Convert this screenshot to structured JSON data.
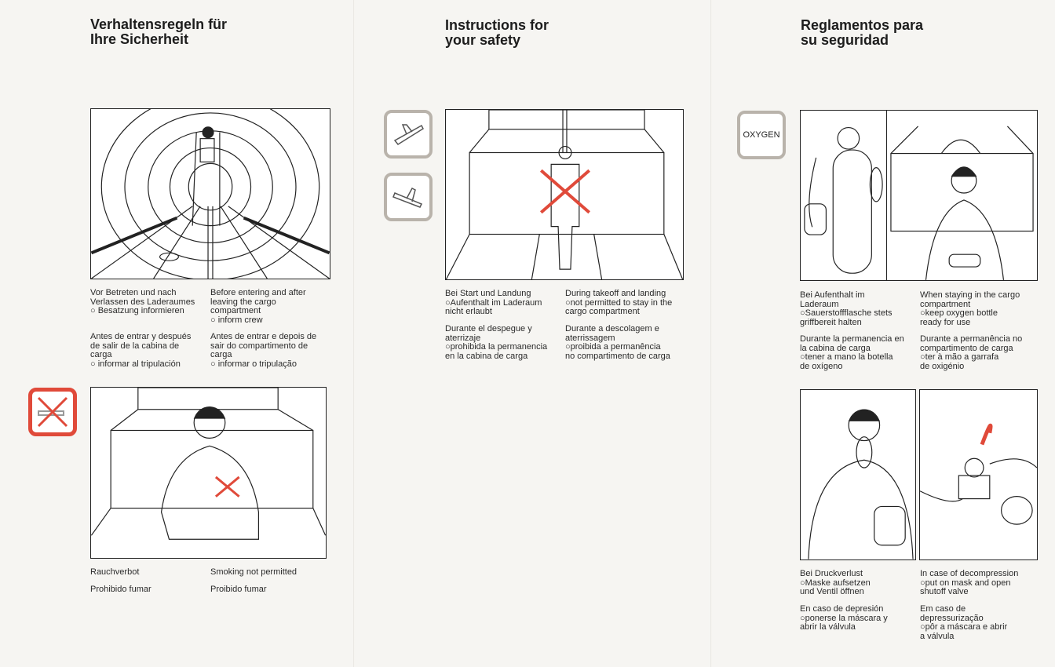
{
  "headings": {
    "de": "Verhaltensregeln für\nIhre Sicherheit",
    "en": "Instructions for\nyour safety",
    "es": "Reglamentos para\nsu seguridad"
  },
  "colors": {
    "accent_red": "#e04a3a",
    "icon_border_grey": "#b9b3ab"
  },
  "icons": {
    "no_smoking": "no-smoking-icon",
    "takeoff": "airplane-takeoff-icon",
    "landing": "airplane-landing-icon",
    "oxygen_label": "OXYGEN"
  },
  "entering": {
    "de": "Vor Betreten und nach\nVerlassen des Laderaumes\n○ Besatzung informieren",
    "en": "Before entering and after\nleaving the cargo\ncompartment\n○ inform crew",
    "es": "Antes de entrar y después\nde salir de la cabina de\ncarga\n○ informar al tripulación",
    "pt": "Antes de entrar e depois de\nsair do compartimento de\ncarga\n○ informar o tripulação"
  },
  "smoking": {
    "de": "Rauchverbot",
    "en": "Smoking not permitted",
    "es": "Prohibido fumar",
    "pt": "Proibido fumar"
  },
  "takeoff_landing": {
    "de": "Bei Start und Landung\n○Aufenthalt im Laderaum\nnicht erlaubt",
    "en": "During takeoff and landing\n○not permitted to stay in the\ncargo compartment",
    "es": "Durante el despegue y\naterrizaje\n○prohibida la permanencia\nen la cabina de carga",
    "pt": "Durante a descolagem e\naterrissagem\n○proibida a permanência\nno compartimento de carga"
  },
  "oxygen": {
    "de": "Bei Aufenthalt im\nLaderaum\n○Sauerstoffflasche stets\ngriffbereit halten",
    "en": "When staying in the cargo\ncompartment\n○keep oxygen bottle\nready for use",
    "es": "Durante la permanencia en\nla cabina de carga\n○tener a mano la botella\nde oxígeno",
    "pt": "Durante a permanência no\ncompartimento de carga\n○ter à mão a garrafa\nde oxigénio"
  },
  "decompression": {
    "de": "Bei Druckverlust\n○Maske aufsetzen\nund Ventil öffnen",
    "en": "In case of decompression\n○put on mask and open\nshutoff valve",
    "es": "En caso de depresión\n○ponerse la máscara y\nabrir la válvula",
    "pt": "Em caso de\ndepressurização\n○pôr a máscara e abrir\na válvula"
  }
}
